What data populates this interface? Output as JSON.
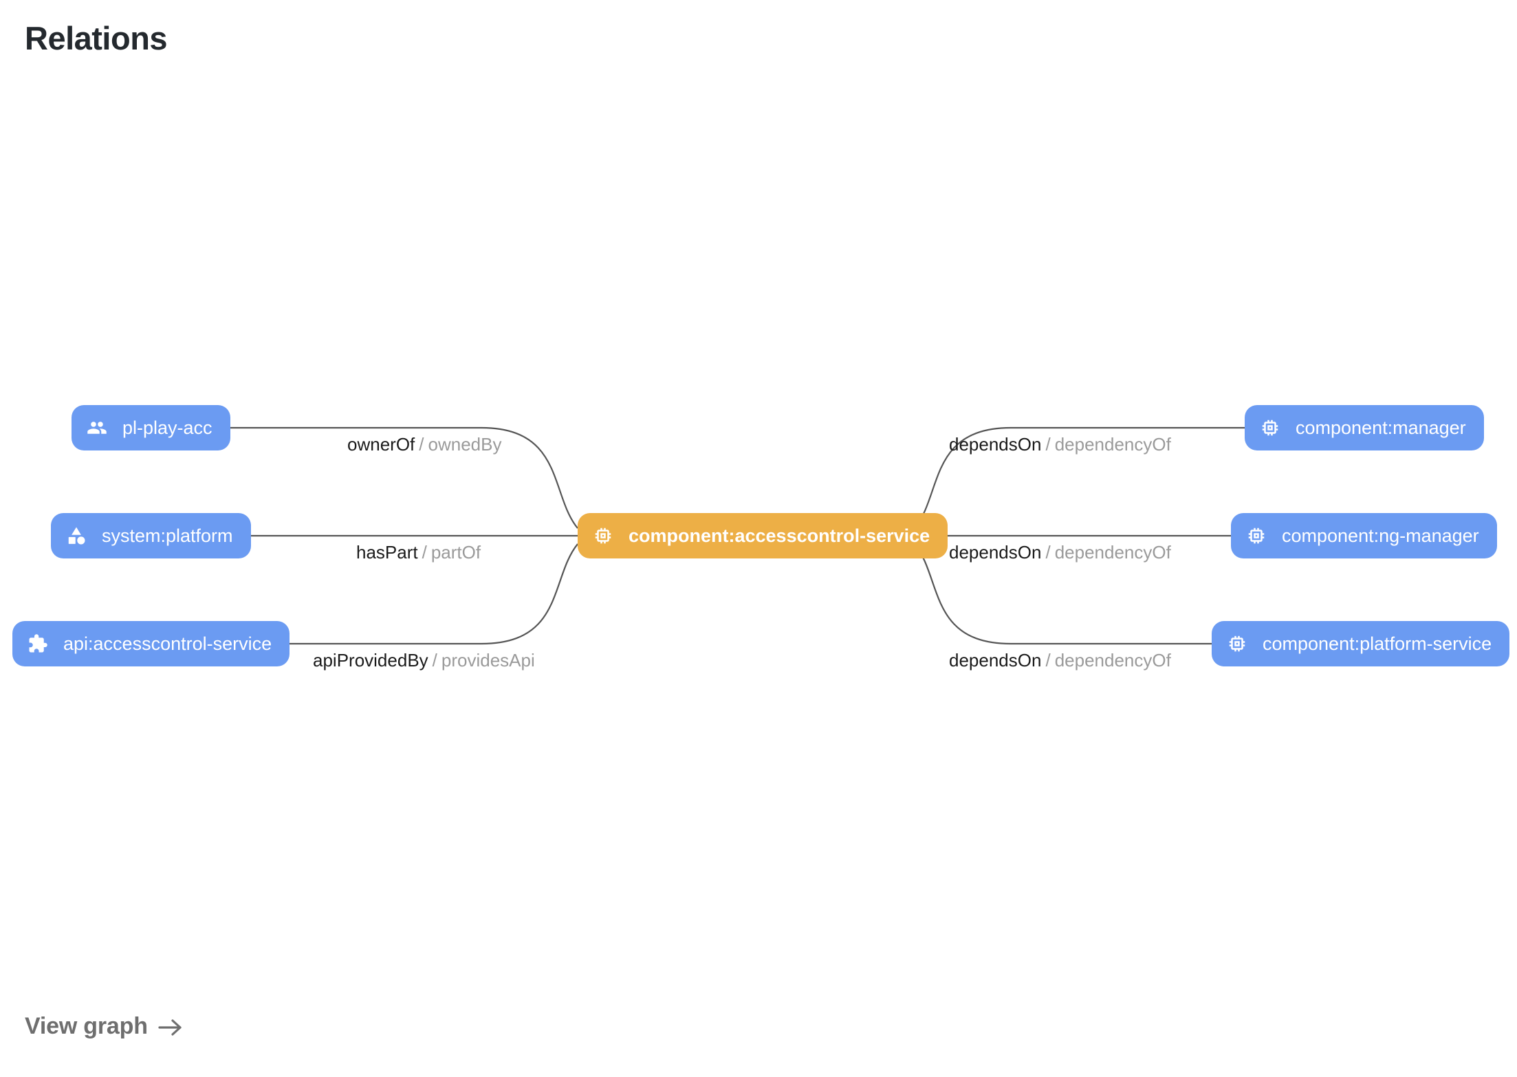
{
  "header": {
    "title": "Relations"
  },
  "graph": {
    "center_node": {
      "id": "component:accesscontrol-service",
      "label": "component:accesscontrol-service",
      "icon": "memory-chip-icon",
      "color": "#edaf46",
      "text_color": "#ffffff"
    },
    "left_nodes": [
      {
        "id": "pl-play-acc",
        "label": "pl-play-acc",
        "icon": "group-people-icon",
        "color": "#6b9bf2",
        "text_color": "#ffffff"
      },
      {
        "id": "system:platform",
        "label": "system:platform",
        "icon": "category-shapes-icon",
        "color": "#6b9bf2",
        "text_color": "#ffffff"
      },
      {
        "id": "api:accesscontrol-service",
        "label": "api:accesscontrol-service",
        "icon": "puzzle-piece-icon",
        "color": "#6b9bf2",
        "text_color": "#ffffff"
      }
    ],
    "right_nodes": [
      {
        "id": "component:manager",
        "label": "component:manager",
        "icon": "memory-chip-icon",
        "color": "#6b9bf2",
        "text_color": "#ffffff"
      },
      {
        "id": "component:ng-manager",
        "label": "component:ng-manager",
        "icon": "memory-chip-icon",
        "color": "#6b9bf2",
        "text_color": "#ffffff"
      },
      {
        "id": "component:platform-service",
        "label": "component:platform-service",
        "icon": "memory-chip-icon",
        "color": "#6b9bf2",
        "text_color": "#ffffff"
      }
    ],
    "edges": [
      {
        "forward": "ownerOf",
        "separator": "/",
        "reverse": "ownedBy",
        "source": "pl-play-acc",
        "target": "component:accesscontrol-service"
      },
      {
        "forward": "hasPart",
        "separator": "/",
        "reverse": "partOf",
        "source": "system:platform",
        "target": "component:accesscontrol-service"
      },
      {
        "forward": "apiProvidedBy",
        "separator": "/",
        "reverse": "providesApi",
        "source": "api:accesscontrol-service",
        "target": "component:accesscontrol-service"
      },
      {
        "forward": "dependsOn",
        "separator": "/",
        "reverse": "dependencyOf",
        "source": "component:accesscontrol-service",
        "target": "component:manager"
      },
      {
        "forward": "dependsOn",
        "separator": "/",
        "reverse": "dependencyOf",
        "source": "component:accesscontrol-service",
        "target": "component:ng-manager"
      },
      {
        "forward": "dependsOn",
        "separator": "/",
        "reverse": "dependencyOf",
        "source": "component:accesscontrol-service",
        "target": "component:platform-service"
      }
    ],
    "edge_color": "#555555"
  },
  "footer": {
    "view_graph_label": "View graph",
    "arrow": "→"
  }
}
